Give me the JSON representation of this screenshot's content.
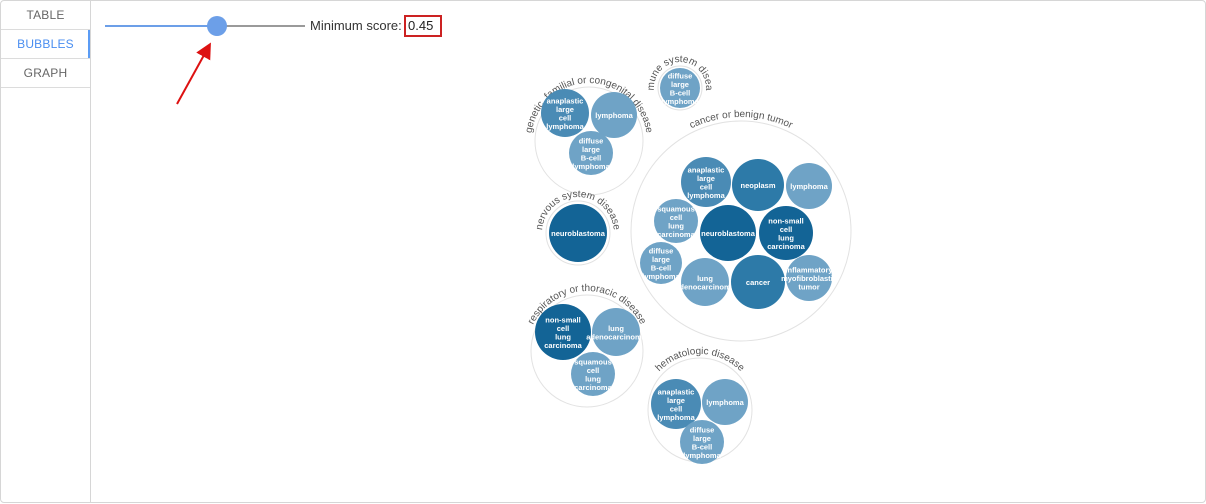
{
  "nav": {
    "tabs": [
      {
        "label": "TABLE",
        "active": false
      },
      {
        "label": "BUBBLES",
        "active": true
      },
      {
        "label": "GRAPH",
        "active": false
      }
    ]
  },
  "controls": {
    "min_score_label": "Minimum score:",
    "min_score_value": "0.45",
    "slider_fraction": 0.56
  },
  "colors": {
    "accent": "#4a8ef0",
    "highlight_box": "#cc2222",
    "arrow": "#dd1111",
    "bubble_dark": "#136496",
    "bubble_medium": "#2d7aa8",
    "bubble_mid": "#4a8bb5",
    "bubble_light": "#6fa3c6"
  },
  "groups": [
    {
      "name": "genetic, familial or congenital disease",
      "bubbles": [
        {
          "label": "anaplastic large cell lymphoma",
          "shade": "bubble_mid"
        },
        {
          "label": "lymphoma",
          "shade": "bubble_light"
        },
        {
          "label": "diffuse large B-cell lymphoma",
          "shade": "bubble_light"
        }
      ]
    },
    {
      "name": "immune system disease",
      "bubbles": [
        {
          "label": "diffuse large B-cell lymphoma",
          "shade": "bubble_light"
        }
      ]
    },
    {
      "name": "cancer or benign tumor",
      "bubbles": [
        {
          "label": "anaplastic large cell lymphoma",
          "shade": "bubble_mid"
        },
        {
          "label": "neoplasm",
          "shade": "bubble_medium"
        },
        {
          "label": "lymphoma",
          "shade": "bubble_light"
        },
        {
          "label": "squamous cell lung carcinoma",
          "shade": "bubble_light"
        },
        {
          "label": "neuroblastoma",
          "shade": "bubble_dark"
        },
        {
          "label": "non-small cell lung carcinoma",
          "shade": "bubble_dark"
        },
        {
          "label": "diffuse large B-cell lymphoma",
          "shade": "bubble_light"
        },
        {
          "label": "lung adenocarcinoma",
          "shade": "bubble_light"
        },
        {
          "label": "cancer",
          "shade": "bubble_medium"
        },
        {
          "label": "inflammatory myofibroblastic tumor",
          "shade": "bubble_light"
        }
      ]
    },
    {
      "name": "nervous system disease",
      "bubbles": [
        {
          "label": "neuroblastoma",
          "shade": "bubble_dark"
        }
      ]
    },
    {
      "name": "respiratory or thoracic disease",
      "bubbles": [
        {
          "label": "non-small cell lung carcinoma",
          "shade": "bubble_dark"
        },
        {
          "label": "lung adenocarcinoma",
          "shade": "bubble_light"
        },
        {
          "label": "squamous cell lung carcinoma",
          "shade": "bubble_light"
        }
      ]
    },
    {
      "name": "hematologic disease",
      "bubbles": [
        {
          "label": "anaplastic large cell lymphoma",
          "shade": "bubble_mid"
        },
        {
          "label": "lymphoma",
          "shade": "bubble_light"
        },
        {
          "label": "diffuse large B-cell lymphoma",
          "shade": "bubble_light"
        }
      ]
    }
  ]
}
